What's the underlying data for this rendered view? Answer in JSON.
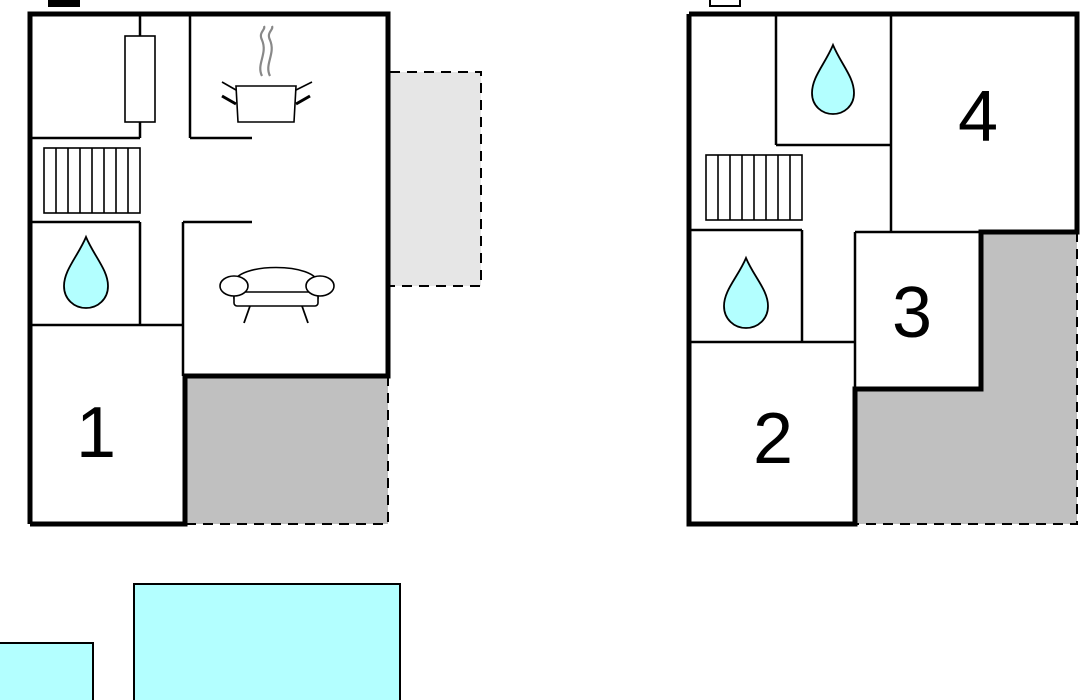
{
  "rooms": {
    "ground": [
      "1"
    ],
    "upper": [
      "2",
      "3",
      "4"
    ]
  },
  "icons": {
    "kitchen": "cooking-pot-icon",
    "living": "sofa-icon",
    "bathroom": "water-drop-icon",
    "stairs": "staircase-icon"
  },
  "colors": {
    "terrace_light": "#e6e6e6",
    "terrace_dark": "#c0c0c0",
    "water": "#b3ffff",
    "pool": "#b3ffff"
  }
}
